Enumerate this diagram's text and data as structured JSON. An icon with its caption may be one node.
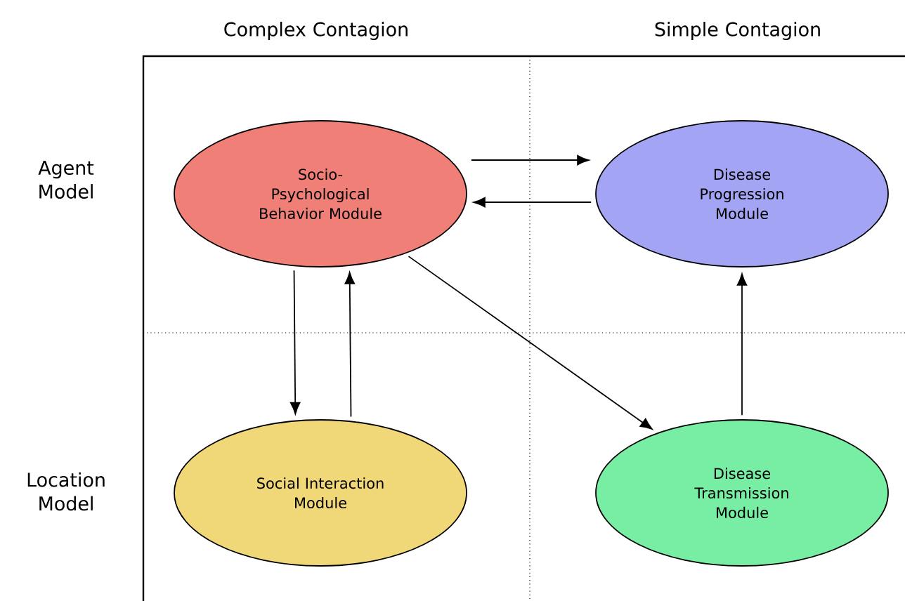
{
  "diagram": {
    "nodes": [
      {
        "text": [
          "Socio-Psychological Behavior Module"
        ]
      },
      {
        "text": [
          "Disease Progression Module"
        ]
      },
      {
        "text": [
          "Social Interaction Module"
        ]
      },
      {
        "text": [
          "Disease Transmission Module"
        ]
      }
    ],
    "edges": [
      {
        "from": 0,
        "to": 1,
        "arrow": "to"
      },
      {
        "from": 1,
        "to": 0,
        "arrow": "to"
      },
      {
        "from": 0,
        "to": 2,
        "arrow": "to"
      },
      {
        "from": 2,
        "to": 0,
        "arrow": "to"
      },
      {
        "from": 0,
        "to": 3,
        "arrow": "to"
      },
      {
        "from": 3,
        "to": 1,
        "arrow": "to"
      }
    ],
    "labels": [
      "Complex Contagion",
      "Simple Contagion",
      "Agent Model",
      "Location Model"
    ]
  }
}
